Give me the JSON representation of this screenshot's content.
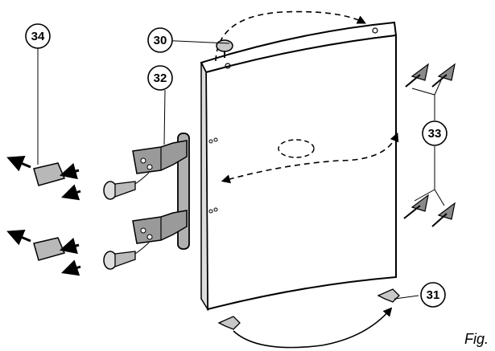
{
  "callouts": {
    "part_30": "30",
    "part_31": "31",
    "part_32": "32",
    "part_33": "33",
    "part_34": "34"
  },
  "caption": "Fig.",
  "colors": {
    "line": "#000000",
    "fill_light": "#ffffff",
    "fill_grey": "#b0b0b0",
    "fill_dark": "#6a6a6a"
  }
}
